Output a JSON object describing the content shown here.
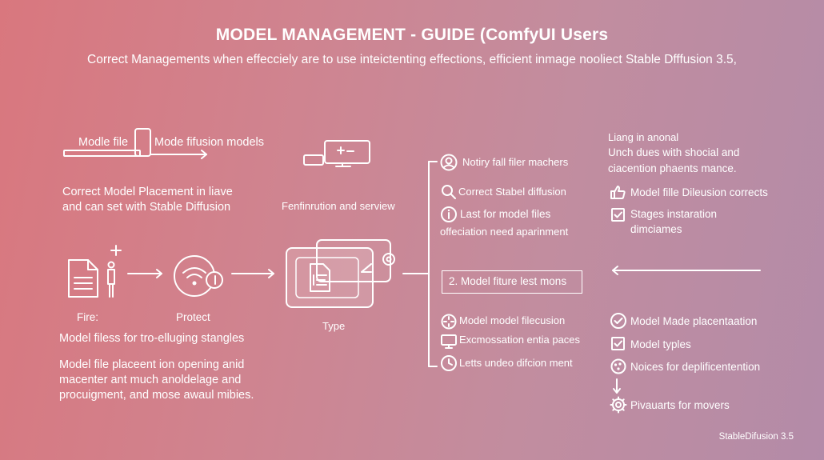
{
  "header": {
    "title": "MODEL MANAGEMENT - GUIDE (ComfyUI Users",
    "subtitle": "Correct Managements when effecciely are to use inteictenting effections, efficient inmage nooliect Stable Dfffusion 3.5,"
  },
  "left": {
    "model_file_label": "Modle file",
    "mode_label": "Mode fifusion models",
    "placement_line1": "Correct Model Placement in liave",
    "placement_line2": "and can set with Stable Diffusion",
    "fire_label": "Fire:",
    "protect_label": "Protect",
    "files_label": "Model filess for tro-elluging stangles",
    "para_line1": "Model file placeent ion opening anid",
    "para_line2": "macenter ant much anoldelage and",
    "para_line3": "procuigment, and mose awaul mibies."
  },
  "center": {
    "func_label": "Fenfinrution and serview",
    "type_label": "Type"
  },
  "middle": {
    "items": [
      {
        "text": "Notiry fall filer machers",
        "icon": "user-circle-icon"
      },
      {
        "text": "Correct Stabel diffusion",
        "icon": "search-icon"
      },
      {
        "text": "Last for model files",
        "icon": "info-icon"
      },
      {
        "text": "offeciation need aparinment",
        "icon": ""
      }
    ],
    "step_box": "2.  Model fiture lest mons",
    "bottom_items": [
      {
        "text": "Model model filecusion",
        "icon": "crosshair-icon"
      },
      {
        "text": "Excmossation entia paces",
        "icon": "monitor-icon"
      },
      {
        "text": "Letts undeo difcion ment",
        "icon": "clock-icon"
      }
    ]
  },
  "right": {
    "intro_line1": "Liang in anonal",
    "intro_line2": "Unch dues with shocial and",
    "intro_line3": "ciacention phaents mance.",
    "item1": "Model fille Dileusion corrects",
    "item2_line1": "Stages instaration",
    "item2_line2": "dimciames",
    "bottom_items": [
      {
        "text": "Model Made placentaation",
        "icon": "check-circle-icon"
      },
      {
        "text": "Model typles",
        "icon": "check-square-icon"
      },
      {
        "text": "Noices for deplificentention",
        "icon": "settings-dots-icon"
      },
      {
        "text": "Pivauarts for movers",
        "icon": "gear-icon"
      }
    ]
  },
  "footer": "StableDifusion 3.5"
}
